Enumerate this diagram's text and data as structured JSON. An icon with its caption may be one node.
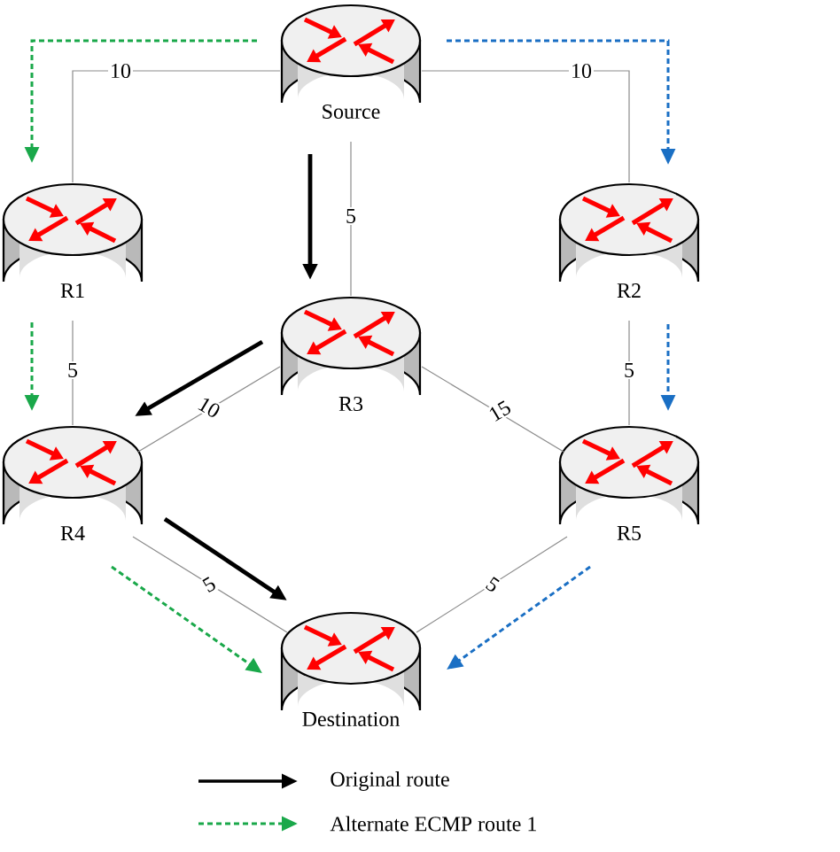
{
  "diagram": {
    "nodes": [
      {
        "text": [
          "Source"
        ]
      },
      {
        "text": [
          "R1"
        ]
      },
      {
        "text": [
          "R2"
        ]
      },
      {
        "text": [
          "R3"
        ]
      },
      {
        "text": [
          "R4"
        ]
      },
      {
        "text": [
          "R5"
        ]
      },
      {
        "text": [
          "Destination"
        ]
      }
    ],
    "edges": [
      {
        "from": 0,
        "to": 1,
        "arrow": "none",
        "label": "10"
      },
      {
        "from": 0,
        "to": 2,
        "arrow": "none",
        "label": "10"
      },
      {
        "from": 0,
        "to": 3,
        "arrow": "none",
        "label": "5"
      },
      {
        "from": 1,
        "to": 4,
        "arrow": "none",
        "label": "5"
      },
      {
        "from": 2,
        "to": 5,
        "arrow": "none",
        "label": "5"
      },
      {
        "from": 3,
        "to": 4,
        "arrow": "none",
        "label": "10"
      },
      {
        "from": 3,
        "to": 5,
        "arrow": "none",
        "label": "15"
      },
      {
        "from": 4,
        "to": 6,
        "arrow": "none",
        "label": "5"
      },
      {
        "from": 5,
        "to": 6,
        "arrow": "none",
        "label": "5"
      },
      {
        "from": 0,
        "to": 3,
        "arrow": "to",
        "style": "thick",
        "color": "#000000"
      },
      {
        "from": 3,
        "to": 4,
        "arrow": "to",
        "style": "thick",
        "color": "#000000"
      },
      {
        "from": 4,
        "to": 6,
        "arrow": "to",
        "style": "thick",
        "color": "#000000"
      },
      {
        "from": 0,
        "to": 1,
        "arrow": "to",
        "style": "dashed",
        "color": "#1aa84a"
      },
      {
        "from": 1,
        "to": 4,
        "arrow": "to",
        "style": "dashed",
        "color": "#1aa84a"
      },
      {
        "from": 4,
        "to": 6,
        "arrow": "to",
        "style": "dashed",
        "color": "#1aa84a"
      },
      {
        "from": 0,
        "to": 2,
        "arrow": "to",
        "style": "dashed",
        "color": "#1a6fc4"
      },
      {
        "from": 2,
        "to": 5,
        "arrow": "to",
        "style": "dashed",
        "color": "#1a6fc4"
      },
      {
        "from": 5,
        "to": 6,
        "arrow": "to",
        "style": "dashed",
        "color": "#1a6fc4"
      }
    ],
    "legend": [
      {
        "text": "Original route"
      },
      {
        "text": "Alternate ECMP route 1"
      }
    ]
  }
}
